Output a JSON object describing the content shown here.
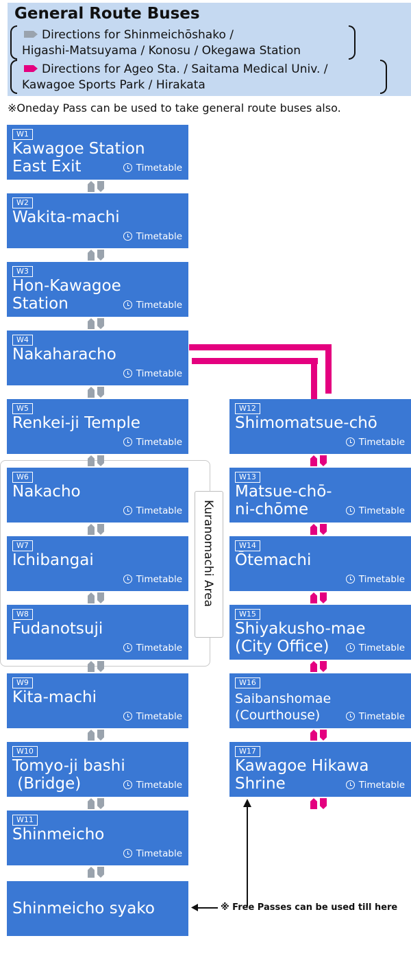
{
  "header": {
    "title": "General Route Buses",
    "dir1": {
      "line1": "Directions for Shinmeichōshako /",
      "line2": "Higashi-Matsuyama / Konosu / Okegawa Station",
      "color": "#9aa3ad"
    },
    "dir2": {
      "line1": "Directions for Ageo Sta. / Saitama Medical Univ. /",
      "line2": "Kawagoe Sports Park / Hirakata",
      "color": "#e4007f"
    }
  },
  "note_top": "※Oneday Pass can be used to take general route buses also.",
  "timetable_label": "Timetable",
  "left_stops": [
    {
      "code": "W1",
      "name1": "Kawagoe Station",
      "name2": "East Exit"
    },
    {
      "code": "W2",
      "name1": "Wakita-machi",
      "name2": ""
    },
    {
      "code": "W3",
      "name1": "Hon-Kawagoe",
      "name2": "Station"
    },
    {
      "code": "W4",
      "name1": "Nakaharacho",
      "name2": ""
    },
    {
      "code": "W5",
      "name1": "Renkei-ji Temple",
      "name2": ""
    },
    {
      "code": "W6",
      "name1": "Nakacho",
      "name2": ""
    },
    {
      "code": "W7",
      "name1": "Ichibangai",
      "name2": ""
    },
    {
      "code": "W8",
      "name1": "Fudanotsuji",
      "name2": ""
    },
    {
      "code": "W9",
      "name1": "Kita-machi",
      "name2": ""
    },
    {
      "code": "W10",
      "name1": "Tomyo-ji bashi",
      "name2": " (Bridge)"
    },
    {
      "code": "W11",
      "name1": "Shinmeicho",
      "name2": ""
    }
  ],
  "right_stops": [
    {
      "code": "W12",
      "name1": "Shimomatsue-chō",
      "name2": ""
    },
    {
      "code": "W13",
      "name1": "Matsue-chō-",
      "name2": "ni-chōme"
    },
    {
      "code": "W14",
      "name1": "Ōtemachi",
      "name2": ""
    },
    {
      "code": "W15",
      "name1": "Shiyakusho-mae",
      "name2": "(City Office)"
    },
    {
      "code": "W16",
      "name1": "Saibanshomae",
      "name2": "(Courthouse)"
    },
    {
      "code": "W17",
      "name1": "Kawagoe Hikawa",
      "name2": "Shrine"
    }
  ],
  "terminal": "Shinmeicho syako",
  "area_label": "Kuranomachi Area",
  "free_note": "※ Free Passes can be used till here"
}
